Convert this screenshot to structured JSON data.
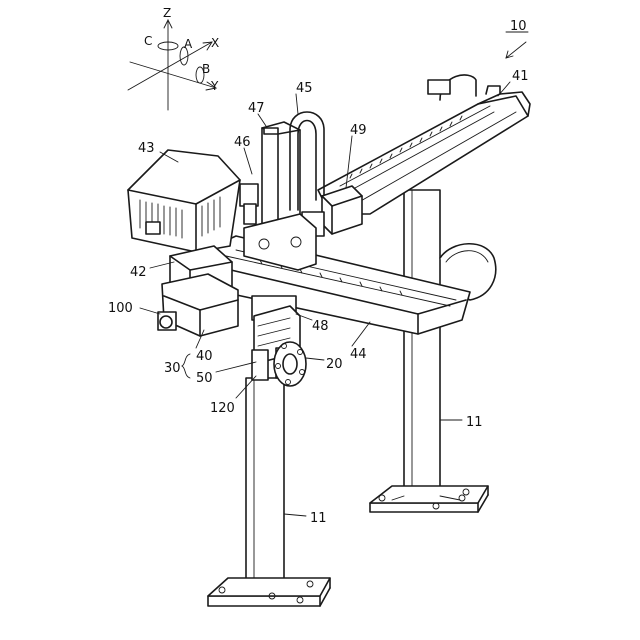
{
  "figure": {
    "reference": "10",
    "axes": {
      "z": "Z",
      "x": "X",
      "y": "Y",
      "a": "A",
      "b": "B",
      "c": "C"
    },
    "labels": {
      "l41": "41",
      "l43": "43",
      "l45": "45",
      "l46": "46",
      "l47": "47",
      "l49": "49",
      "l42": "42",
      "l100": "100",
      "l48": "48",
      "l44": "44",
      "l40": "40",
      "l30": "30",
      "l50": "50",
      "l20": "20",
      "l120": "120",
      "l11a": "11",
      "l11b": "11"
    }
  }
}
